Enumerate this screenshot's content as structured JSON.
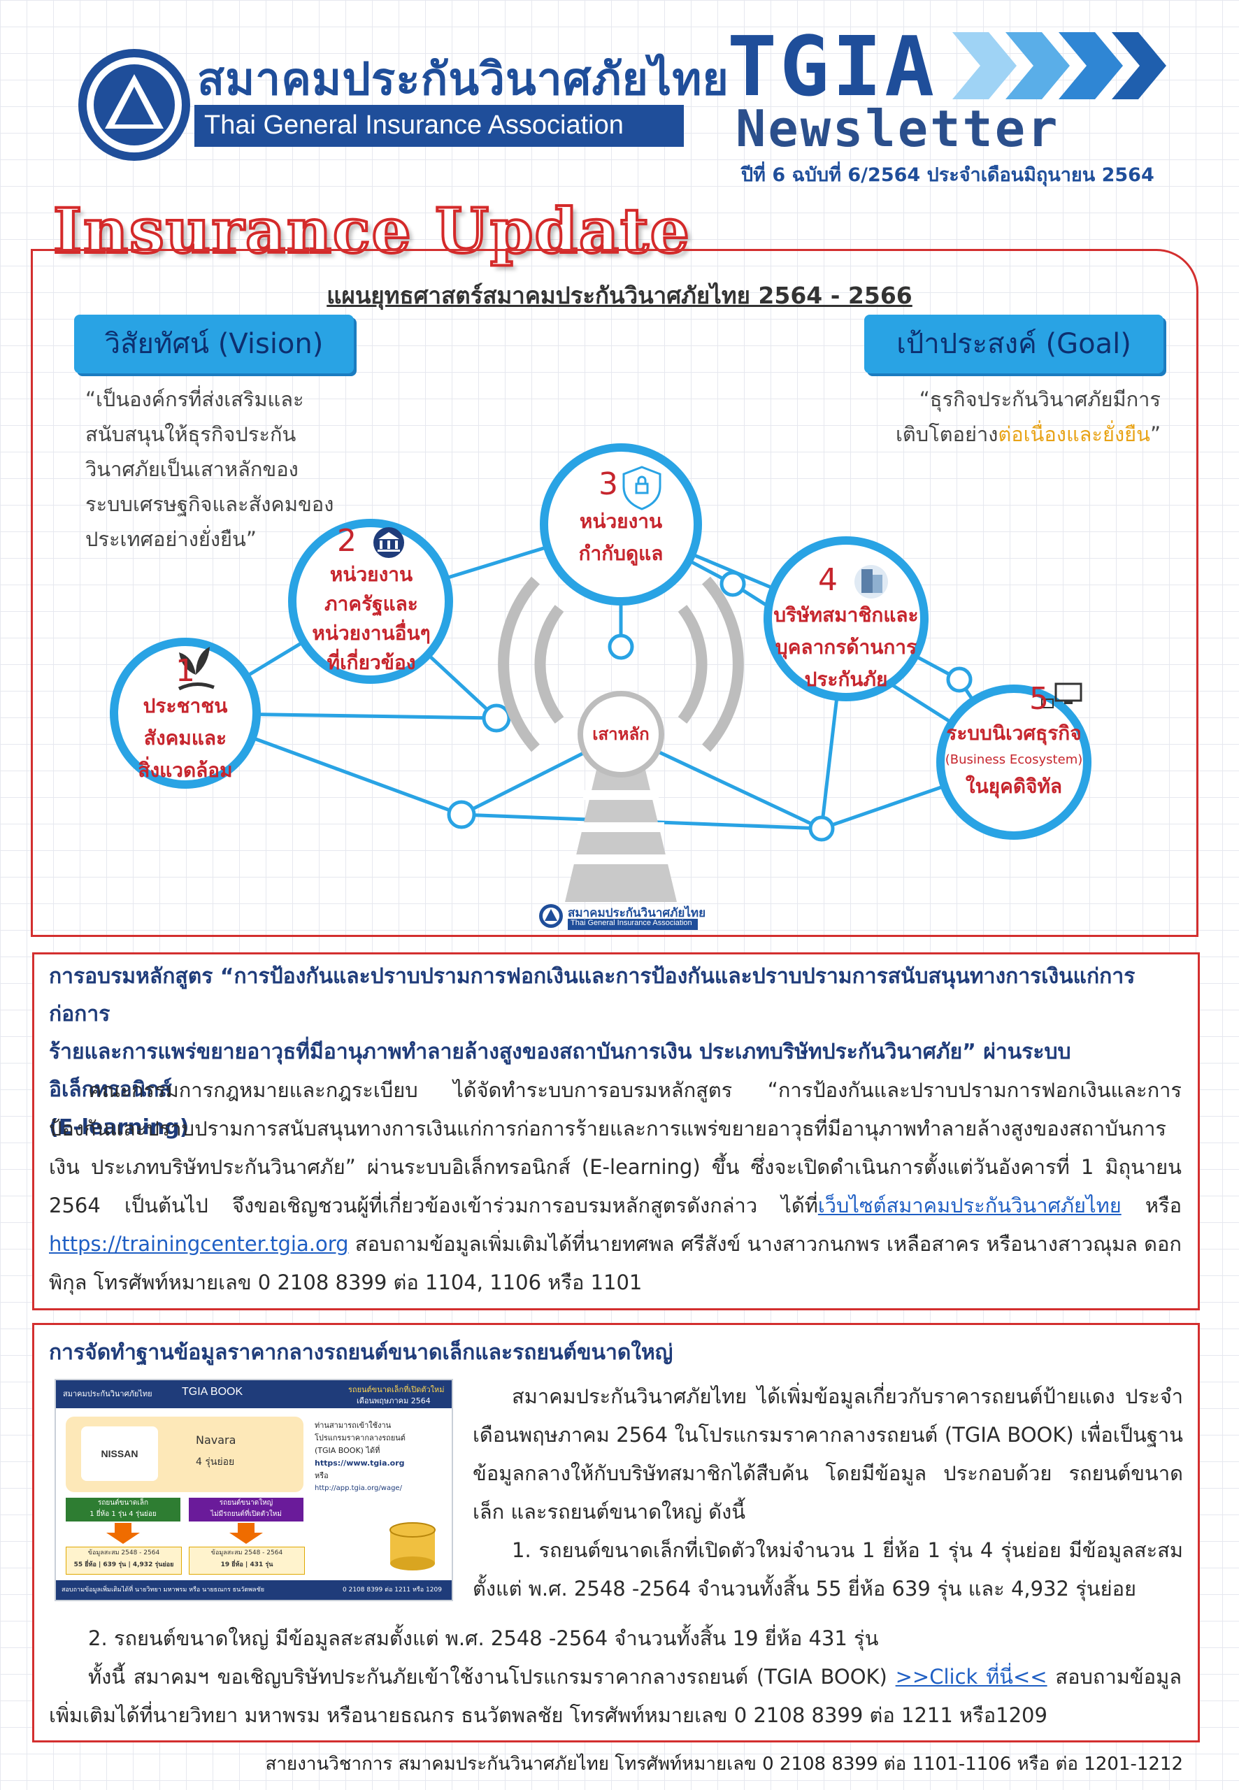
{
  "header": {
    "org_th": "สมาคมประกันวินาศภัยไทย",
    "org_en": "Thai General Insurance Association",
    "brand": "TGIA",
    "newsletter": "Newsletter",
    "issue": "ปีที่ 6 ฉบับที่ 6/2564 ประจำเดือนมิถุนายน 2564",
    "section_banner": "Insurance Update"
  },
  "strategy": {
    "title": "แผนยุทธศาสตร์สมาคมประกันวินาศภัยไทย 2564 - 2566",
    "vision_label": "วิสัยทัศน์ (Vision)",
    "vision_lines": [
      "“เป็นองค์กรที่ส่งเสริมและ",
      "สนับสนุนให้ธุรกิจประกัน",
      "วินาศภัยเป็นเสาหลักของ",
      "ระบบเศรษฐกิจและสังคมของ",
      "ประเทศอย่างยั่งยืน”"
    ],
    "goal_label": "เป้าประสงค์ (Goal)",
    "goal_line1": "“ธุรกิจประกันวินาศภัยมีการ",
    "goal_line2_pre": "เติบโตอย่าง",
    "goal_line2_hl": "ต่อเนื่องและยั่งยืน",
    "goal_line2_post": "”",
    "center_label": "เสาหลัก",
    "bottom_logo_th": "สมาคมประกันวินาศภัยไทย",
    "bottom_logo_en": "Thai General Insurance Association",
    "nodes": [
      {
        "num": "1",
        "lines": [
          "ประชาชน",
          "สังคมและ",
          "สิ่งแวดล้อม"
        ]
      },
      {
        "num": "2",
        "lines": [
          "หน่วยงาน",
          "ภาครัฐและ",
          "หน่วยงานอื่นๆ",
          "ที่เกี่ยวข้อง"
        ]
      },
      {
        "num": "3",
        "lines": [
          "หน่วยงาน",
          "กำกับดูแล"
        ]
      },
      {
        "num": "4",
        "lines": [
          "บริษัทสมาชิกและ",
          "บุคลากรด้านการ",
          "ประกันภัย"
        ]
      },
      {
        "num": "5",
        "lines": [
          "ระบบนิเวศธุรกิจ",
          "(Business Ecosystem)",
          "ในยุคดิจิทัล"
        ]
      }
    ]
  },
  "article1": {
    "title_l1": "การอบรมหลักสูตร “การป้องกันและปราบปรามการฟอกเงินและการป้องกันและปราบปรามการสนับสนุนทางการเงินแก่การก่อการ",
    "title_l2": "ร้ายและการแพร่ขยายอาวุธที่มีอานุภาพทำลายล้างสูงของสถาบันการเงิน ประเภทบริษัทประกันวินาศภัย” ผ่านระบบอิเล็กทรอนิกส์",
    "title_l3": "(E-learning)",
    "body_pre": "คณะกรรมการกฎหมายและกฎระเบียบ ได้จัดทำระบบการอบรมหลักสูตร “การป้องกันและปราบปรามการฟอกเงินและการป้องกันและปราบปรามการสนับสนุนทางการเงินแก่การก่อการร้ายและการแพร่ขยายอาวุธที่มีอานุภาพทำลายล้างสูงของสถาบันการเงิน ประเภทบริษัทประกันวินาศภัย” ผ่านระบบอิเล็กทรอนิกส์ (E-learning) ขึ้น ซึ่งจะเปิดดำเนินการตั้งแต่วันอังคารที่ 1 มิถุนายน 2564 เป็นต้นไป จึงขอเชิญชวนผู้ที่เกี่ยวข้องเข้าร่วมการอบรมหลักสูตรดังกล่าว ได้ที่",
    "link1": "เว็บไซต์สมาคมประกันวินาศภัยไทย",
    "or": " หรือ ",
    "link2": "https://trainingcenter.tgia.org",
    "body_post": " สอบถามข้อมูลเพิ่มเติมได้ที่นายทศพล ศรีสังข์ นางสาวกนกพร เหลือสาคร หรือนางสาวณุมล ดอกพิกุล โทรศัพท์หมายเลข 0 2108 8399 ต่อ 1104, 1106 หรือ 1101"
  },
  "article2": {
    "title": "การจัดทำฐานข้อมูลราคากลางรถยนต์ขนาดเล็กและรถยนต์ขนาดใหญ่",
    "para1": "สมาคมประกันวินาศภัยไทย ได้เพิ่มข้อมูลเกี่ยวกับราคารถยนต์ป้ายแดง ประจำเดือนพฤษภาคม 2564 ในโปรแกรมราคากลางรถยนต์ (TGIA BOOK) เพื่อเป็นฐานข้อมูลกลางให้กับบริษัทสมาชิกได้สืบค้น โดยมีข้อมูล ประกอบด้วย รถยนต์ขนาดเล็ก และรถยนต์ขนาดใหญ่ ดังนี้",
    "item1": "1. รถยนต์ขนาดเล็กที่เปิดตัวใหม่จำนวน 1 ยี่ห้อ 1 รุ่น 4 รุ่นย่อย มีข้อมูลสะสมตั้งแต่ พ.ศ. 2548 -2564 จำนวนทั้งสิ้น 55 ยี่ห้อ 639 รุ่น และ 4,932 รุ่นย่อย",
    "item2": "2. รถยนต์ขนาดใหญ่ มีข้อมูลสะสมตั้งแต่ พ.ศ. 2548 -2564 จำนวนทั้งสิ้น 19 ยี่ห้อ 431 รุ่น",
    "closing_pre": "ทั้งนี้ สมาคมฯ ขอเชิญบริษัทประกันภัยเข้าใช้งานโปรแกรมราคากลางรถยนต์ (TGIA BOOK) ",
    "click": ">>Click ที่นี่<<",
    "closing_post": " สอบถามข้อมูลเพิ่มเติมได้ที่นายวิทยา มหาพรม หรือนายธณกร ธนวัตพลชัย โทรศัพท์หมายเลข 0 2108 8399 ต่อ 1211 หรือ1209",
    "img": {
      "org": "สมาคมประกันวินาศภัยไทย",
      "book": "TGIA BOOK",
      "ribbon1": "รถยนต์ขนาดเล็กที่เปิดตัวใหม่",
      "ribbon2": "เดือนพฤษภาคม 2564",
      "brand": "NISSAN",
      "model": "Navara",
      "sub": "4 รุ่นย่อย",
      "access1": "ท่านสามารถเข้าใช้งาน",
      "access2": "โปรแกรมราคากลางรถยนต์",
      "access3": "(TGIA BOOK) ได้ที่",
      "url1": "https://www.tgia.org",
      "or": "หรือ",
      "url2": "http://app.tgia.org/wage/",
      "small_label": "รถยนต์ขนาดเล็ก",
      "small_detail": "1 ยี่ห้อ 1 รุ่น 4 รุ่นย่อย",
      "big_label": "รถยนต์ขนาดใหญ่",
      "big_detail": "ไม่มีรถยนต์ที่เปิดตัวใหม่",
      "range1": "ข้อมูลสะสม 2548 - 2564",
      "stat1": "55 ยี่ห้อ | 639 รุ่น | 4,932 รุ่นย่อย",
      "range2": "ข้อมูลสะสม 2548 - 2564",
      "stat2": "19 ยี่ห้อ | 431 รุ่น",
      "foot": "สอบถามข้อมูลเพิ่มเติมได้ที่ นายวิทยา มหาพรม หรือ นายธณกร ธนวัตพลชัย",
      "foot_tel": "0 2108 8399 ต่อ 1211 หรือ 1209"
    }
  },
  "footer": "สายงานวิชาการ สมาคมประกันวินาศภัยไทย โทรศัพท์หมายเลข 0 2108 8399 ต่อ 1101-1106 หรือ ต่อ 1201-1212",
  "colors": {
    "brand_blue": "#1f4e9a",
    "accent_red": "#d32f2f",
    "node_cyan": "#29a3e4",
    "highlight": "#e8a317"
  }
}
